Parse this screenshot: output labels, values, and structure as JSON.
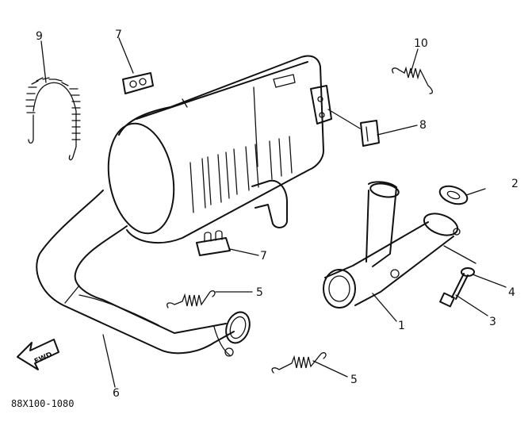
{
  "diagram": {
    "drawing_code": "88X100-1080",
    "direction_label": "FWD",
    "callouts": {
      "c1": "1",
      "c2": "2",
      "c3": "3",
      "c4": "4",
      "c5a": "5",
      "c5b": "5",
      "c6": "6",
      "c7a": "7",
      "c7b": "7",
      "c8": "8",
      "c9": "9",
      "c10": "10"
    }
  }
}
